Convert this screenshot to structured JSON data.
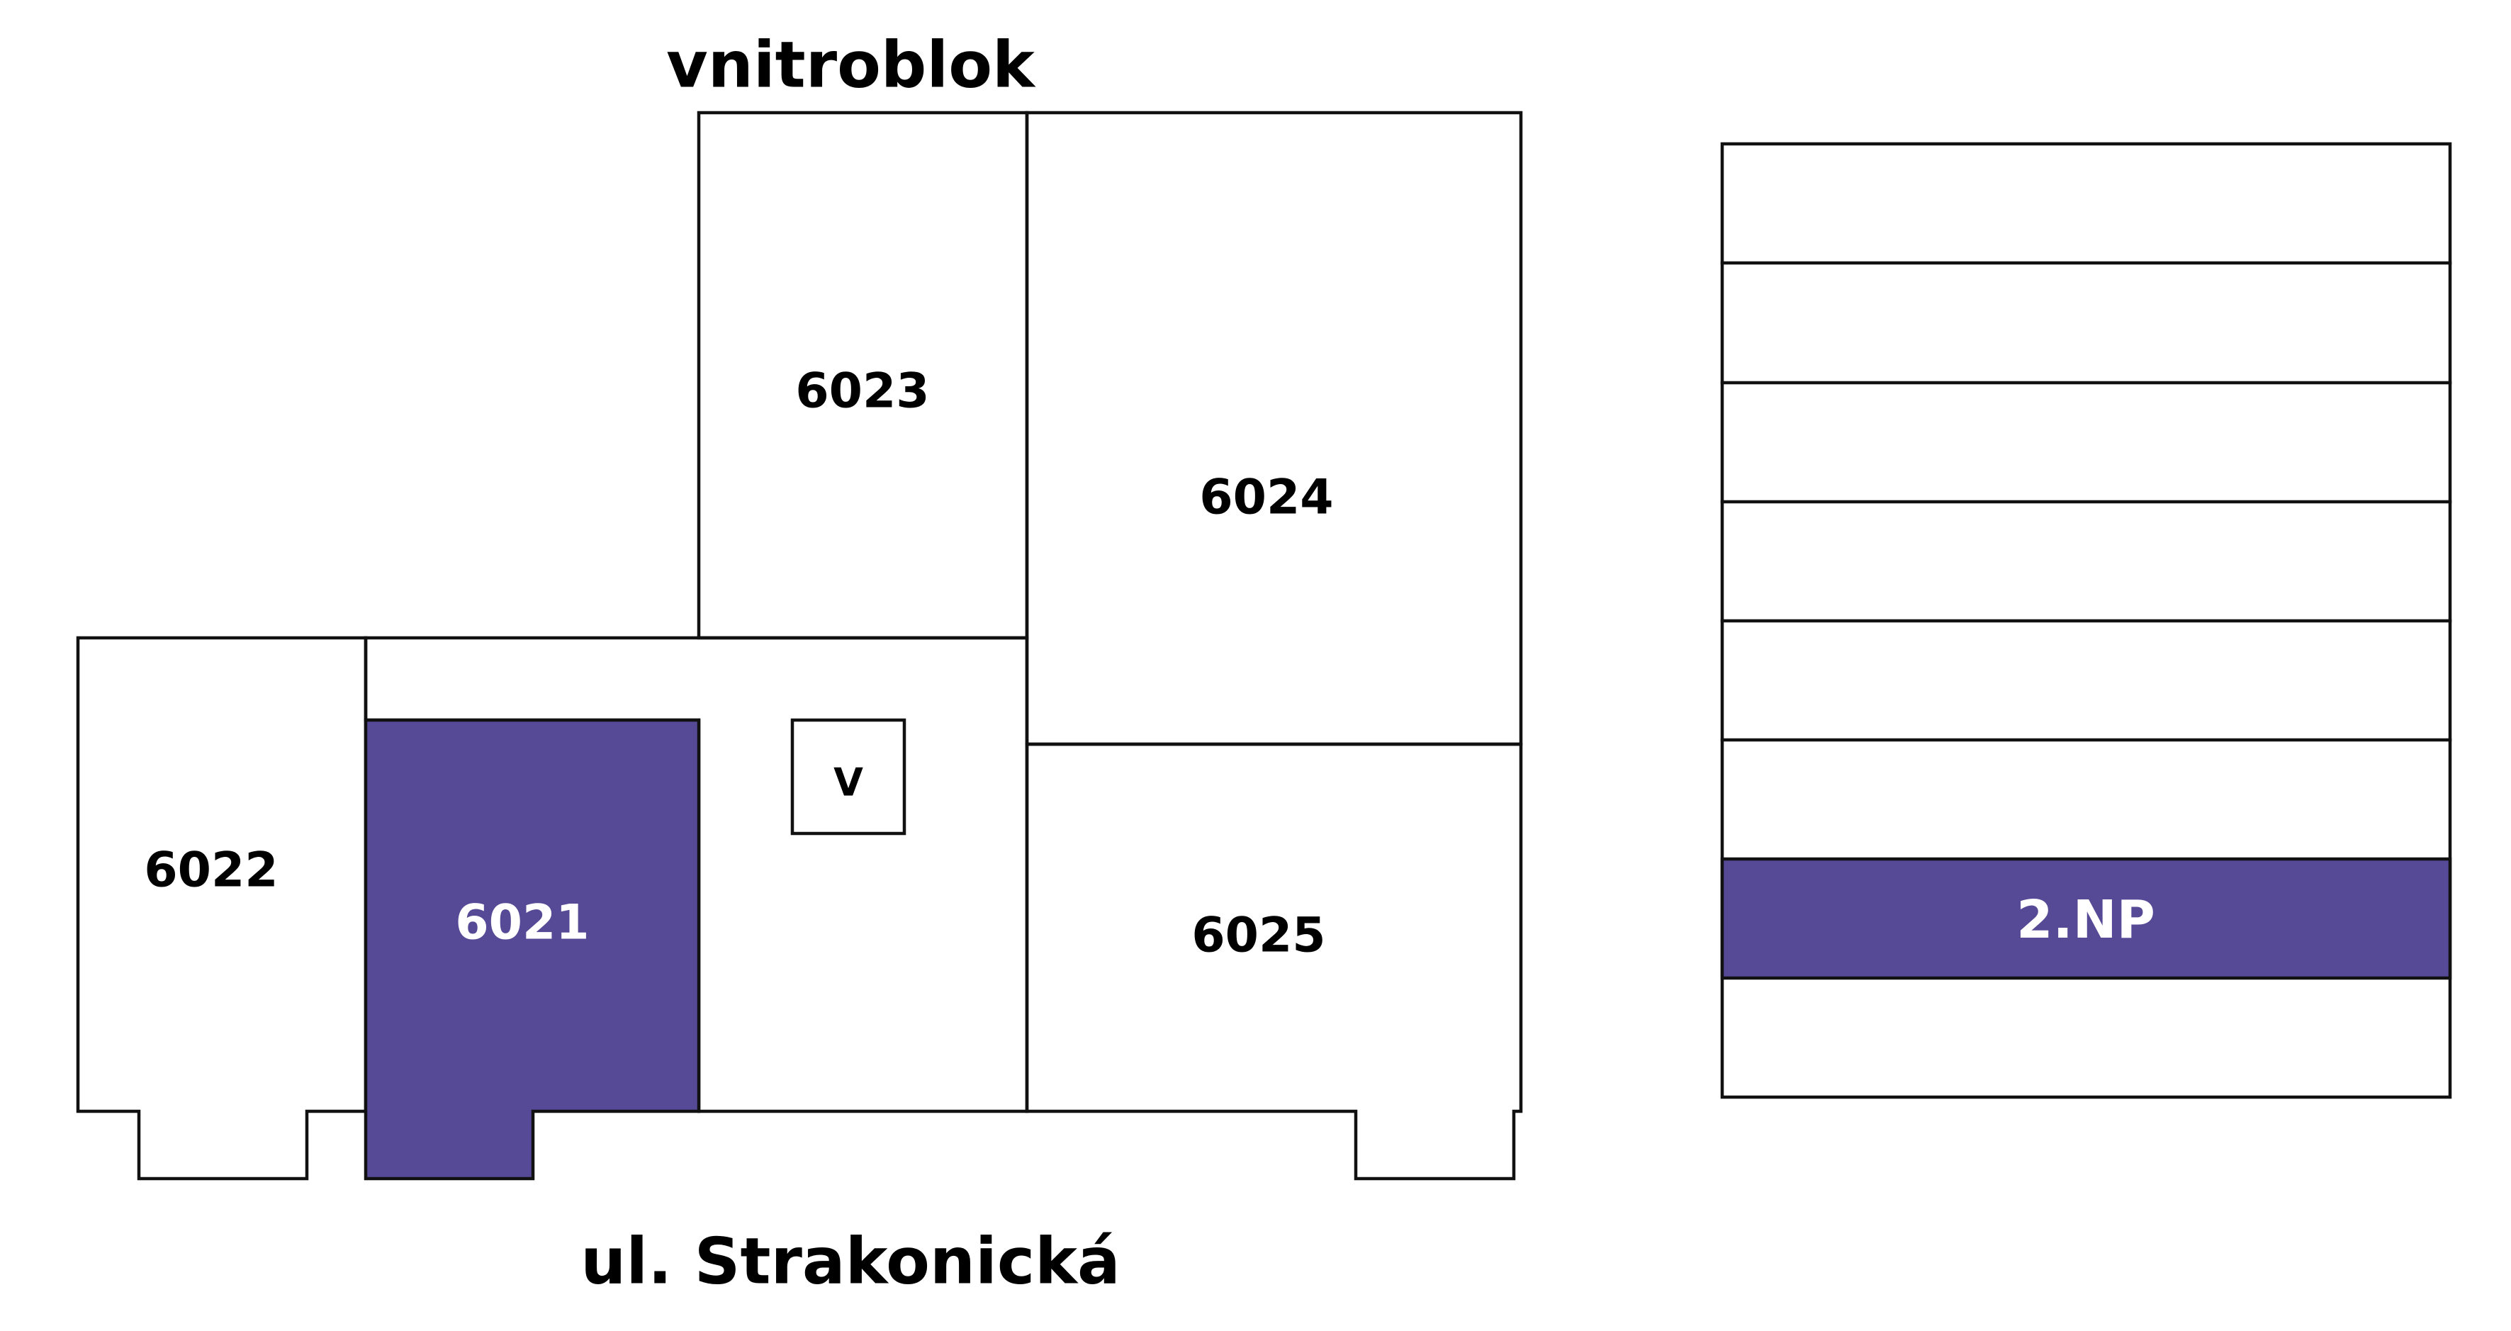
{
  "colors": {
    "highlight": "#564a96",
    "line": "#111111",
    "background": "#ffffff",
    "text": "#000000",
    "highlight_text": "#ffffff"
  },
  "plan": {
    "top_label": "vnitroblok",
    "bottom_label": "ul. Strakonická",
    "units": {
      "u6021": {
        "label": "6021",
        "selected": true
      },
      "u6022": {
        "label": "6022",
        "selected": false
      },
      "u6023": {
        "label": "6023",
        "selected": false
      },
      "u6024": {
        "label": "6024",
        "selected": false
      },
      "u6025": {
        "label": "6025",
        "selected": false
      }
    },
    "core_label": "V"
  },
  "floors": {
    "selected_label": "2.NP"
  }
}
